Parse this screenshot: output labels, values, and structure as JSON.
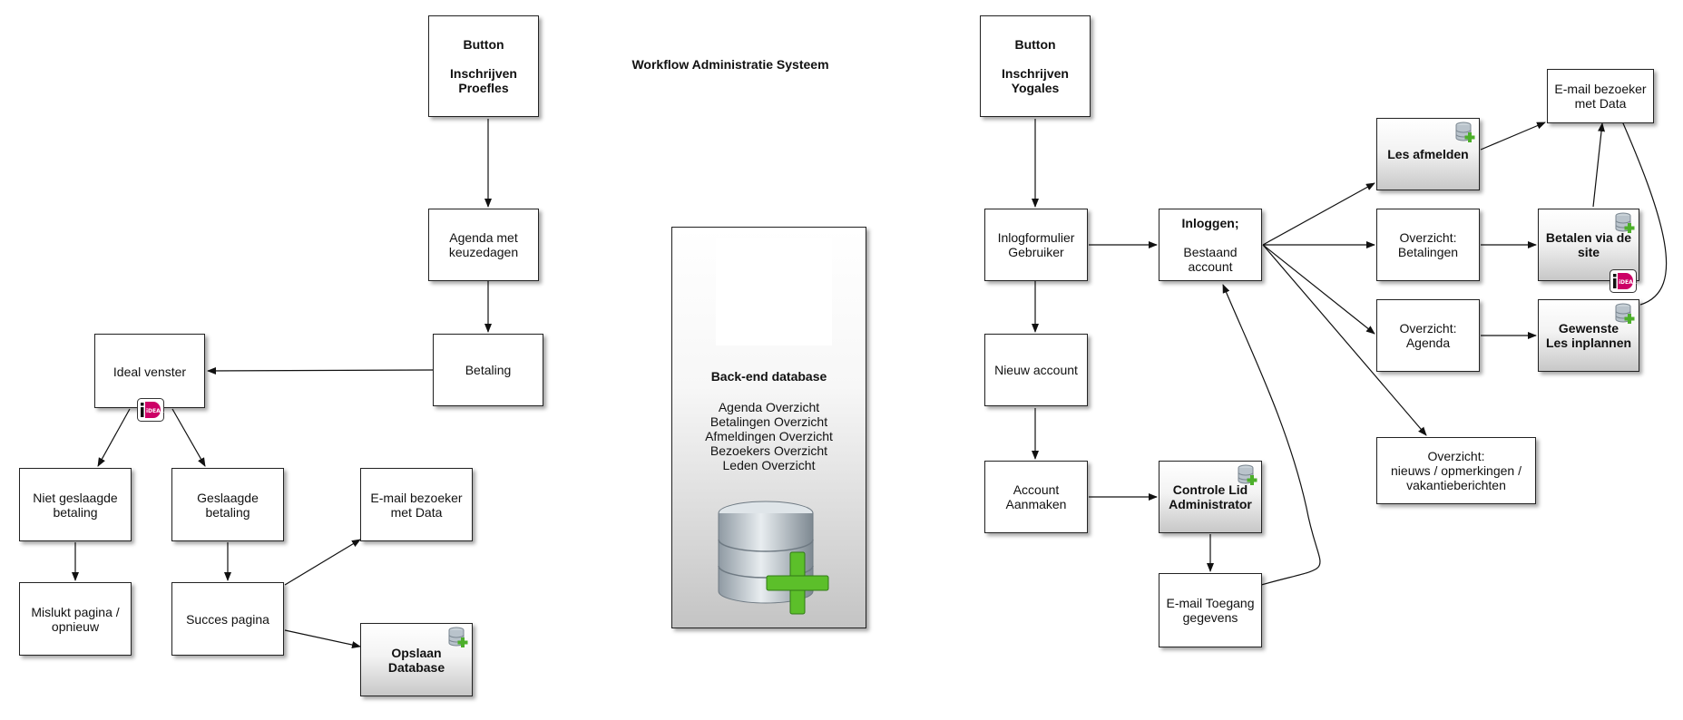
{
  "title": "Workflow Administratie Systeem",
  "left": {
    "btn_proefles": {
      "line1": "Button",
      "line2": "Inschrijven\nProefles"
    },
    "agenda": "Agenda met\nkeuzedagen",
    "betaling": "Betaling",
    "ideal_venster": "Ideal venster",
    "niet_geslaagd": "Niet geslaagde\nbetaling",
    "geslaagd": "Geslaagde\nbetaling",
    "mislukt": "Mislukt pagina /\nopnieuw",
    "succes": "Succes pagina",
    "email": "E-mail bezoeker\nmet Data",
    "opslaan": "Opslaan\nDatabase"
  },
  "center": {
    "db_title": "Back-end database",
    "db_lines": [
      "Agenda Overzicht",
      "Betalingen Overzicht",
      "Afmeldingen Overzicht",
      "Bezoekers Overzicht",
      "Leden Overzicht"
    ]
  },
  "right": {
    "btn_yogales": {
      "line1": "Button",
      "line2": "Inschrijven\nYogales"
    },
    "inlogformulier": "Inlogformulier\nGebruiker",
    "inloggen": {
      "line1": "Inloggen;",
      "line2": "Bestaand\naccount"
    },
    "nieuw_account": "Nieuw account",
    "account_aanmaken": "Account\nAanmaken",
    "controle": "Controle Lid\nAdministrator",
    "email_toegang": "E-mail Toegang\ngegevens",
    "les_afmelden": "Les afmelden",
    "overzicht_betalingen": "Overzicht:\nBetalingen",
    "overzicht_agenda": "Overzicht:\nAgenda",
    "overzicht_nieuws": "Overzicht:\nnieuws / opmerkingen /\nvakantieberichten",
    "email_data": "E-mail bezoeker\nmet Data",
    "betalen": "Betalen via de\nsite",
    "gewenste": "Gewenste\nLes inplannen"
  },
  "ideal_badge_text": "iDEAL",
  "icon_names": [
    "database-add-icon",
    "ideal-logo-icon"
  ],
  "colors": {
    "ideal_pink": "#cc0066",
    "plus_green": "#4caf2a",
    "db_silver": "#b9c3cb"
  }
}
